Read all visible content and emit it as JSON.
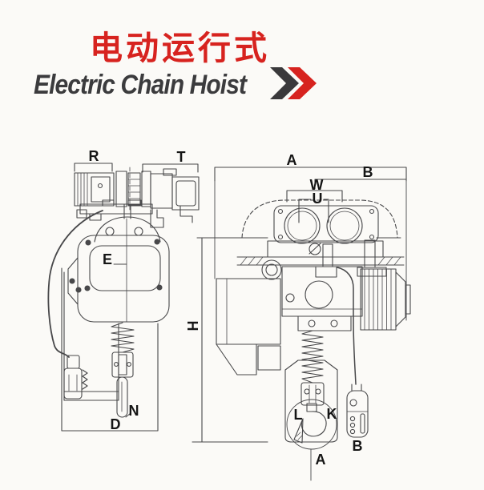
{
  "header": {
    "title_zh": "电动运行式",
    "title_en": "Electric Chain Hoist"
  },
  "diagram": {
    "labels": {
      "r": "R",
      "t": "T",
      "e": "E",
      "h": "H",
      "d": "D",
      "n": "N",
      "a_top": "A",
      "b_top": "B",
      "w": "W",
      "u": "U",
      "l": "L",
      "k": "K",
      "a_bottom": "A",
      "b_bottom": "B"
    }
  },
  "colors": {
    "accent_red": "#d7231f",
    "title_gray": "#3b3b3d",
    "line": "#48484a",
    "background": "#fbfaf7"
  }
}
